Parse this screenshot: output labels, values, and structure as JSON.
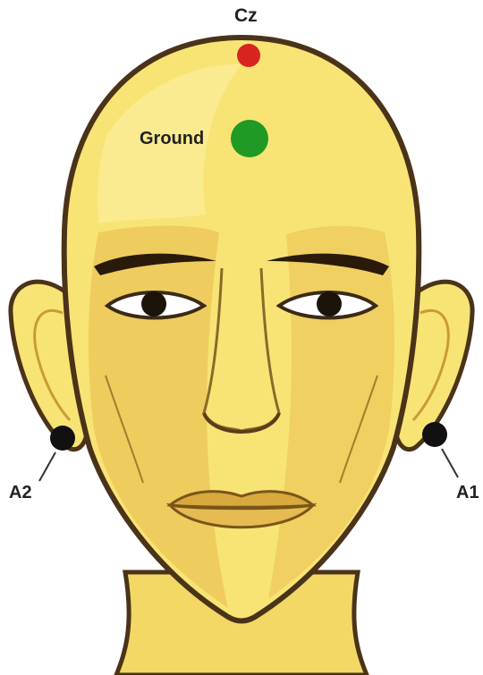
{
  "labels": {
    "cz": "Cz",
    "ground": "Ground",
    "a2": "A2",
    "a1": "A1"
  },
  "colors": {
    "cz_electrode": "#d9231f",
    "ground_electrode": "#1f9a24",
    "ear_electrode": "#111111",
    "skin_light": "#f8e474",
    "skin_shadow": "#ecc95a",
    "outline": "#4a3318",
    "lips": "#d8a93c"
  }
}
